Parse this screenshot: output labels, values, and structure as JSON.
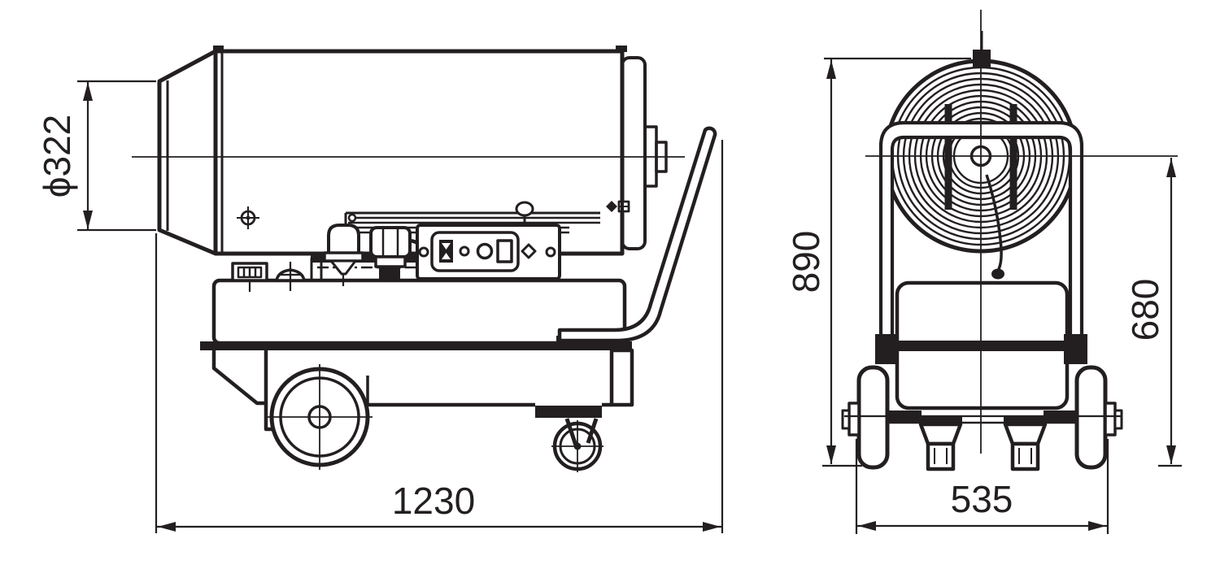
{
  "colors": {
    "line": "#231f20",
    "background": "#ffffff"
  },
  "dimensions": {
    "outlet_diameter": "ϕ322",
    "overall_length": "1230",
    "overall_height": "890",
    "outlet_center_height": "680",
    "wheel_track_width": "535"
  }
}
